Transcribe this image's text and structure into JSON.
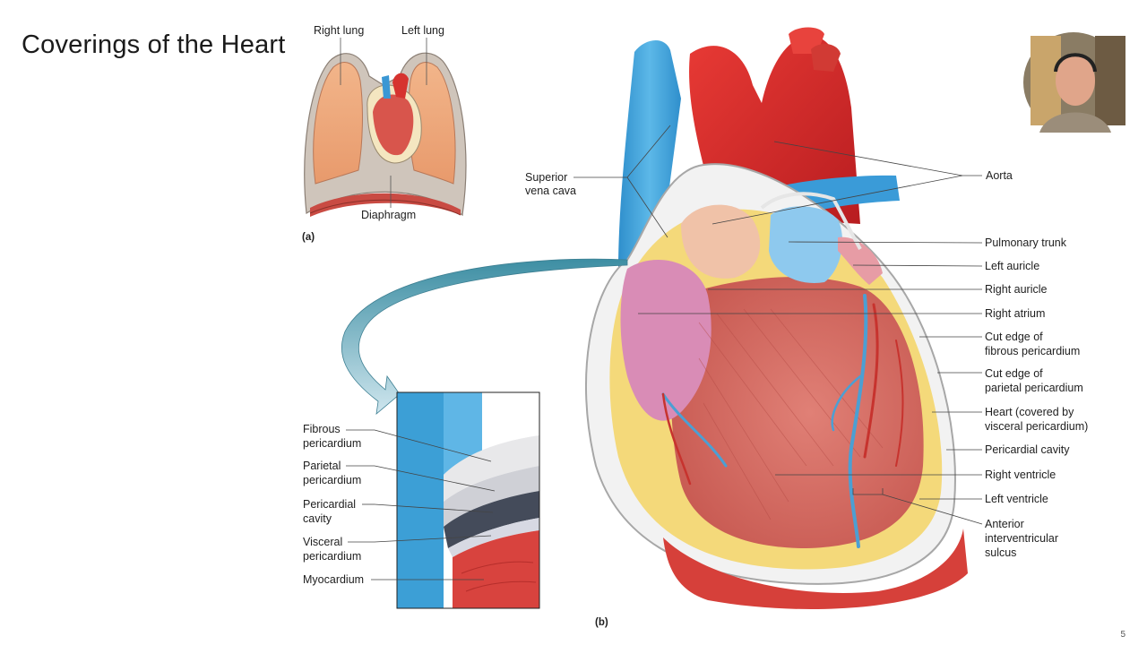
{
  "slide": {
    "title": "Coverings of the Heart",
    "page_number": "5"
  },
  "panel_a": {
    "tag": "(a)",
    "labels": {
      "right_lung": "Right lung",
      "left_lung": "Left lung",
      "diaphragm": "Diaphragm"
    }
  },
  "panel_b": {
    "tag": "(b)",
    "left_labels": {
      "svc_1": "Superior",
      "svc_2": "vena cava"
    },
    "right_labels": {
      "aorta": "Aorta",
      "pulmonary_trunk": "Pulmonary trunk",
      "left_auricle": "Left auricle",
      "right_auricle": "Right auricle",
      "right_atrium": "Right atrium",
      "fibrous_cut_1": "Cut edge of",
      "fibrous_cut_2": "fibrous pericardium",
      "parietal_cut_1": "Cut edge of",
      "parietal_cut_2": "parietal pericardium",
      "heart_1": "Heart (covered by",
      "heart_2": "visceral pericardium)",
      "pericardial_cavity": "Pericardial cavity",
      "right_ventricle": "Right ventricle",
      "left_ventricle": "Left ventricle",
      "aiv_1": "Anterior",
      "aiv_2": "interventricular",
      "aiv_3": "sulcus"
    }
  },
  "inset": {
    "labels": {
      "fibrous_1": "Fibrous",
      "fibrous_2": "pericardium",
      "parietal_1": "Parietal",
      "parietal_2": "pericardium",
      "cavity_1": "Pericardial",
      "cavity_2": "cavity",
      "visceral_1": "Visceral",
      "visceral_2": "pericardium",
      "myocardium": "Myocardium"
    }
  }
}
